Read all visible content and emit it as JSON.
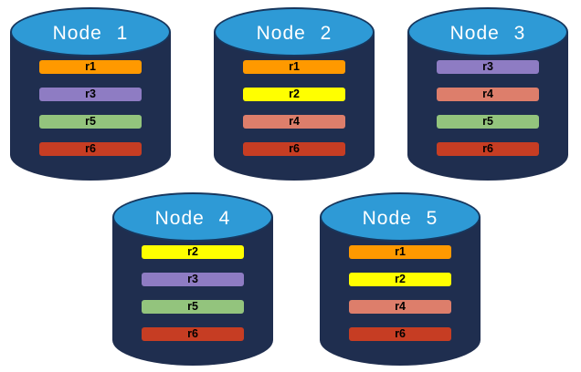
{
  "diagram": {
    "background_color": "#ffffff",
    "cylinder_style": {
      "body_color": "#1F2E4F",
      "top_color": "#2E9AD6",
      "top_border_color": "#17375E",
      "label_color": "#FFFFFF",
      "bar_text_color": "#000000"
    },
    "replica_colors": {
      "r1": "#FF9900",
      "r2": "#FFFF00",
      "r3": "#8E7CC3",
      "r4": "#DD7E6B",
      "r5": "#93C47D",
      "r6": "#C63D23"
    },
    "nodes": [
      {
        "label": "Node 1",
        "replicas": [
          "r1",
          "r3",
          "r5",
          "r6"
        ]
      },
      {
        "label": "Node 2",
        "replicas": [
          "r1",
          "r2",
          "r4",
          "r6"
        ]
      },
      {
        "label": "Node 3",
        "replicas": [
          "r3",
          "r4",
          "r5",
          "r6"
        ]
      },
      {
        "label": "Node 4",
        "replicas": [
          "r2",
          "r3",
          "r5",
          "r6"
        ]
      },
      {
        "label": "Node 5",
        "replicas": [
          "r1",
          "r2",
          "r4",
          "r6"
        ]
      }
    ]
  }
}
